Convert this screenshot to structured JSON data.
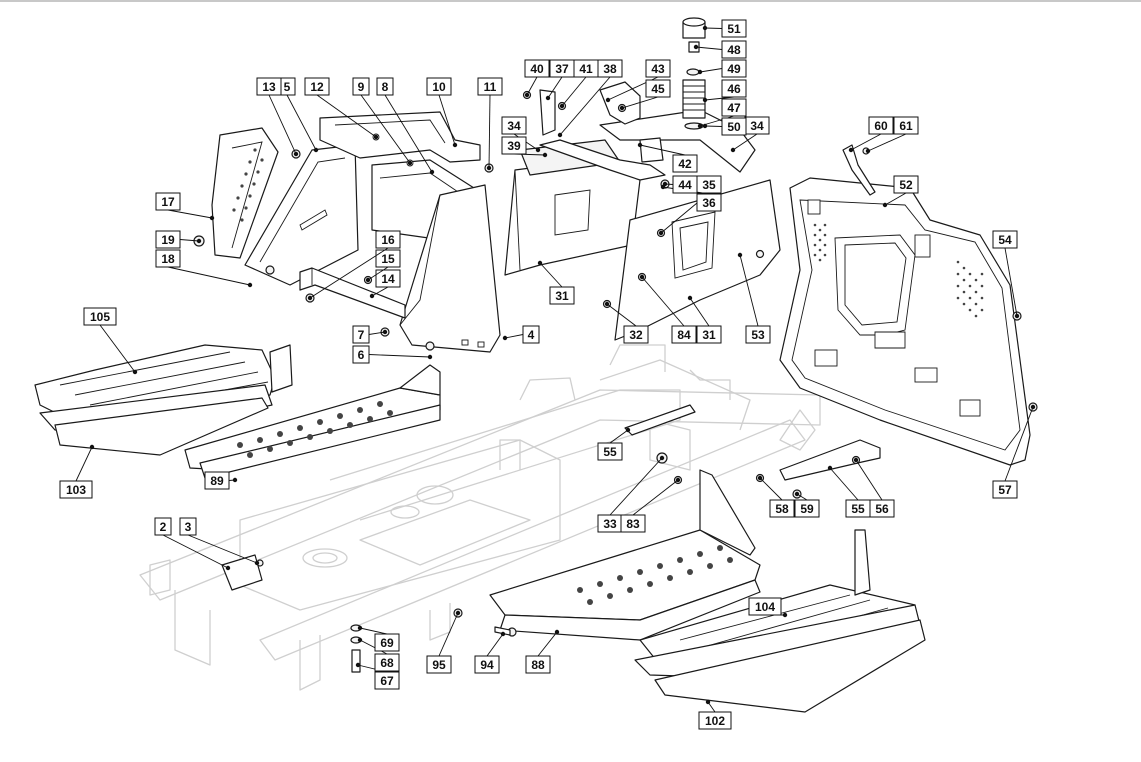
{
  "diagram": {
    "labels": [
      "2",
      "3",
      "4",
      "5",
      "6",
      "7",
      "8",
      "9",
      "10",
      "11",
      "12",
      "13",
      "14",
      "15",
      "16",
      "17",
      "18",
      "19",
      "31",
      "31",
      "32",
      "33",
      "34",
      "34",
      "35",
      "36",
      "37",
      "38",
      "39",
      "40",
      "41",
      "42",
      "43",
      "44",
      "45",
      "46",
      "47",
      "48",
      "49",
      "50",
      "51",
      "52",
      "53",
      "54",
      "55",
      "55",
      "56",
      "57",
      "58",
      "59",
      "60",
      "61",
      "67",
      "68",
      "69",
      "83",
      "84",
      "88",
      "89",
      "94",
      "95",
      "102",
      "103",
      "104",
      "105"
    ]
  }
}
